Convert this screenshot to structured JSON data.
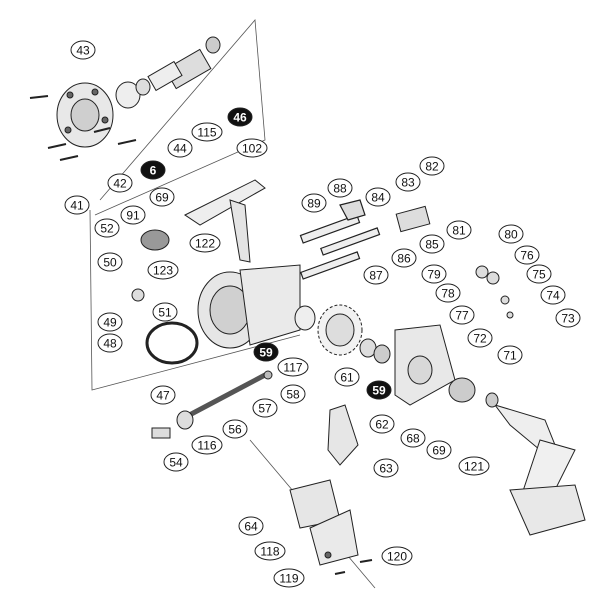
{
  "callouts": [
    {
      "text": "43",
      "style": "outline"
    },
    {
      "text": "6",
      "style": "filled"
    },
    {
      "text": "44",
      "style": "outline"
    },
    {
      "text": "115",
      "style": "outline"
    },
    {
      "text": "46",
      "style": "filled"
    },
    {
      "text": "42",
      "style": "outline"
    },
    {
      "text": "41",
      "style": "outline"
    },
    {
      "text": "102",
      "style": "outline"
    },
    {
      "text": "91",
      "style": "outline"
    },
    {
      "text": "69",
      "style": "outline"
    },
    {
      "text": "52",
      "style": "outline"
    },
    {
      "text": "122",
      "style": "outline"
    },
    {
      "text": "123",
      "style": "outline"
    },
    {
      "text": "50",
      "style": "outline"
    },
    {
      "text": "49",
      "style": "outline"
    },
    {
      "text": "48",
      "style": "outline"
    },
    {
      "text": "51",
      "style": "outline"
    },
    {
      "text": "47",
      "style": "outline"
    },
    {
      "text": "89",
      "style": "outline"
    },
    {
      "text": "88",
      "style": "outline"
    },
    {
      "text": "84",
      "style": "outline"
    },
    {
      "text": "83",
      "style": "outline"
    },
    {
      "text": "82",
      "style": "outline"
    },
    {
      "text": "81",
      "style": "outline"
    },
    {
      "text": "85",
      "style": "outline"
    },
    {
      "text": "86",
      "style": "outline"
    },
    {
      "text": "87",
      "style": "outline"
    },
    {
      "text": "80",
      "style": "outline"
    },
    {
      "text": "76",
      "style": "outline"
    },
    {
      "text": "79",
      "style": "outline"
    },
    {
      "text": "75",
      "style": "outline"
    },
    {
      "text": "78",
      "style": "outline"
    },
    {
      "text": "74",
      "style": "outline"
    },
    {
      "text": "77",
      "style": "outline"
    },
    {
      "text": "73",
      "style": "outline"
    },
    {
      "text": "72",
      "style": "outline"
    },
    {
      "text": "71",
      "style": "outline"
    },
    {
      "text": "59",
      "style": "filled"
    },
    {
      "text": "117",
      "style": "outline"
    },
    {
      "text": "61",
      "style": "outline"
    },
    {
      "text": "59",
      "style": "filled"
    },
    {
      "text": "58",
      "style": "outline"
    },
    {
      "text": "57",
      "style": "outline"
    },
    {
      "text": "56",
      "style": "outline"
    },
    {
      "text": "116",
      "style": "outline"
    },
    {
      "text": "54",
      "style": "outline"
    },
    {
      "text": "62",
      "style": "outline"
    },
    {
      "text": "68",
      "style": "outline"
    },
    {
      "text": "69",
      "style": "outline"
    },
    {
      "text": "121",
      "style": "outline"
    },
    {
      "text": "63",
      "style": "outline"
    },
    {
      "text": "64",
      "style": "outline"
    },
    {
      "text": "118",
      "style": "outline"
    },
    {
      "text": "120",
      "style": "outline"
    },
    {
      "text": "119",
      "style": "outline"
    }
  ]
}
